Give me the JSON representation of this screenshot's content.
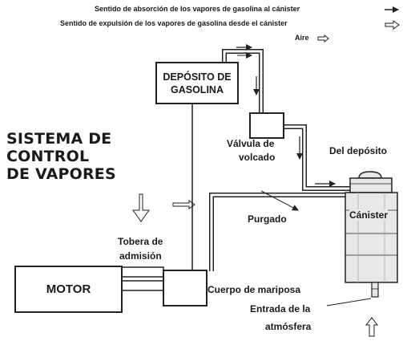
{
  "legend": {
    "absorption": "Sentido de absorción de los vapores de gasolina al cánister",
    "expulsion": "Sentido de expulsión de los vapores de gasolina desde el cánister",
    "air": "Aire"
  },
  "title": {
    "line1": "SISTEMA DE",
    "line2": "CONTROL",
    "line3": "DE VAPORES"
  },
  "components": {
    "tank_line1": "DEPÓSITO DE",
    "tank_line2": "GASOLINA",
    "rollover_valve_line1": "Válvula de",
    "rollover_valve_line2": "volcado",
    "from_tank": "Del depósito",
    "purge": "Purgado",
    "canister": "Cánister",
    "intake_nozzle_line1": "Tobera de",
    "intake_nozzle_line2": "admisión",
    "engine": "MOTOR",
    "throttle_body": "Cuerpo de mariposa",
    "atmosphere_line1": "Entrada de la",
    "atmosphere_line2": "atmósfera"
  },
  "colors": {
    "line": "#222222",
    "text": "#1a1a1a",
    "canister_fill": "#e8e8e8"
  }
}
